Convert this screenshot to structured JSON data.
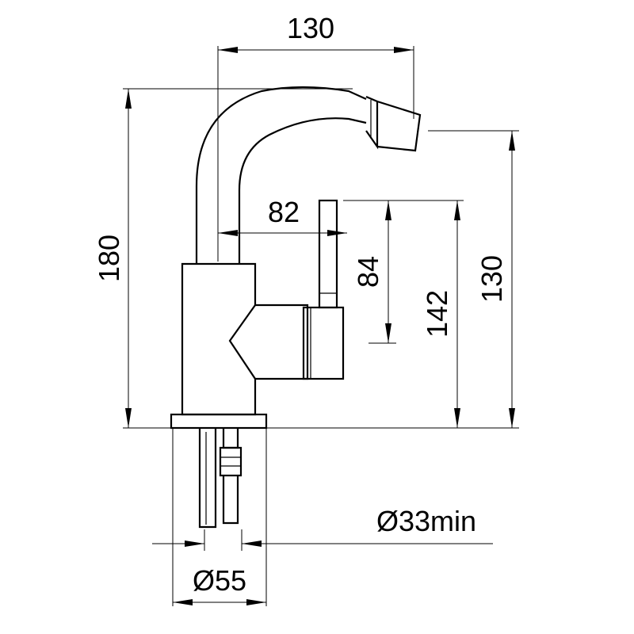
{
  "dimensions": {
    "top_width": "130",
    "total_height": "180",
    "spout_height": "130",
    "lever_reach": "82",
    "lever_height": "84",
    "body_height": "142",
    "hole_min": "Ø33min",
    "base_diameter": "Ø55"
  },
  "colors": {
    "line": "#000000",
    "background": "#ffffff"
  }
}
